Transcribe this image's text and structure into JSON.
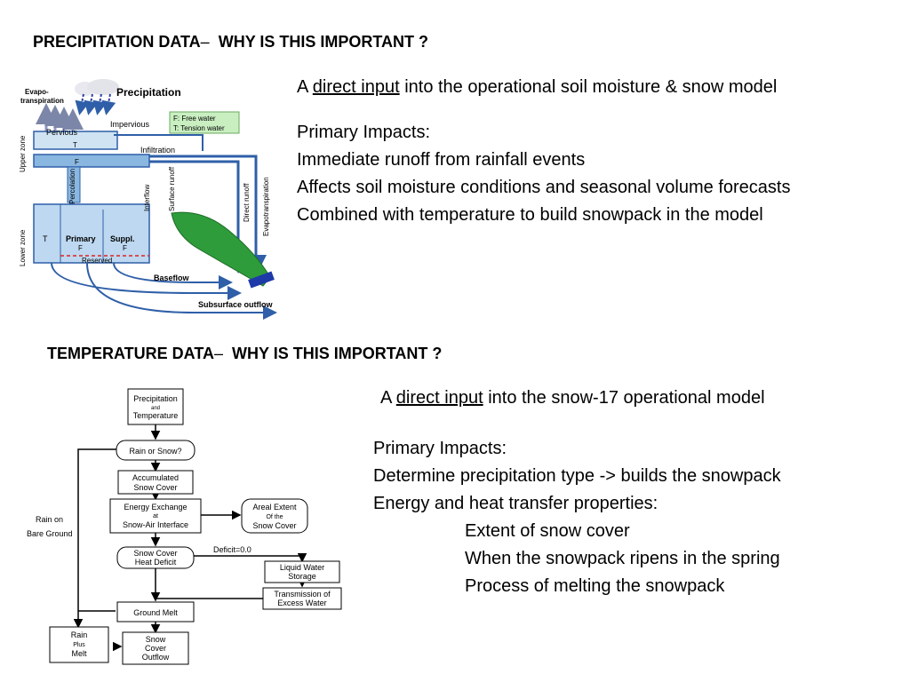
{
  "precip": {
    "heading_main": "PRECIPITATION DATA",
    "heading_dash": "–",
    "heading_tail": "WHY IS THIS IMPORTANT ?",
    "intro_pre": "A ",
    "intro_link": "direct input",
    "intro_post": " into the operational soil moisture & snow model",
    "impacts_title": "Primary Impacts:",
    "impacts": [
      "Immediate runoff from rainfall events",
      "Affects soil moisture conditions and seasonal volume forecasts",
      "Combined with temperature to build snowpack in the model"
    ],
    "diagram": {
      "evapo": "Evapo-",
      "transpiration": "transpiration",
      "precipitation": "Precipitation",
      "impervious": "Impervious",
      "pervious": "Pervious",
      "legend_f": "F: Free water",
      "legend_t": "T: Tension water",
      "upper_zone": "Upper zone",
      "lower_zone": "Lower zone",
      "infiltration": "Infiltration",
      "percolation": "Percolation",
      "interflow": "Interflow",
      "surface_runoff": "Surface runoff",
      "direct_runoff": "Direct runoff",
      "evapotranspiration": "Evapotranspiration",
      "t_label": "T",
      "f_label": "F",
      "primary": "Primary",
      "suppl": "Suppl.",
      "reserved": "Reserved",
      "baseflow": "Baseflow",
      "subsurface_outflow": "Subsurface outflow"
    }
  },
  "temp": {
    "heading_main": "TEMPERATURE DATA",
    "heading_dash": "–",
    "heading_tail": "WHY IS THIS IMPORTANT ?",
    "intro_pre": "A ",
    "intro_link": "direct input",
    "intro_post": " into the snow-17 operational model",
    "impacts_title": "Primary Impacts:",
    "impacts": [
      "Determine precipitation type -> builds the snowpack",
      "Energy and heat transfer properties:"
    ],
    "sub_impacts": [
      "Extent of snow cover",
      "When the snowpack ripens in the spring",
      "Process of melting the snowpack"
    ],
    "flow": {
      "precip_temp_1": "Precipitation",
      "precip_temp_2": "and",
      "precip_temp_3": "Temperature",
      "rain_or_snow": "Rain or Snow?",
      "accum_1": "Accumulated",
      "accum_2": "Snow Cover",
      "energy_1": "Energy Exchange",
      "energy_2": "at",
      "energy_3": "Snow-Air Interface",
      "areal_1": "Areal Extent",
      "areal_2": "Of the",
      "areal_3": "Snow Cover",
      "rain_bare_1": "Rain on",
      "rain_bare_2": "Bare Ground",
      "heat_1": "Snow Cover",
      "heat_2": "Heat Deficit",
      "deficit": "Deficit=0.0",
      "liquid_1": "Liquid Water",
      "liquid_2": "Storage",
      "trans_1": "Transmission of",
      "trans_2": "Excess Water",
      "ground_melt": "Ground Melt",
      "rain_melt_1": "Rain",
      "rain_melt_2": "Plus",
      "rain_melt_3": "Melt",
      "outflow_1": "Snow",
      "outflow_2": "Cover",
      "outflow_3": "Outflow"
    }
  }
}
